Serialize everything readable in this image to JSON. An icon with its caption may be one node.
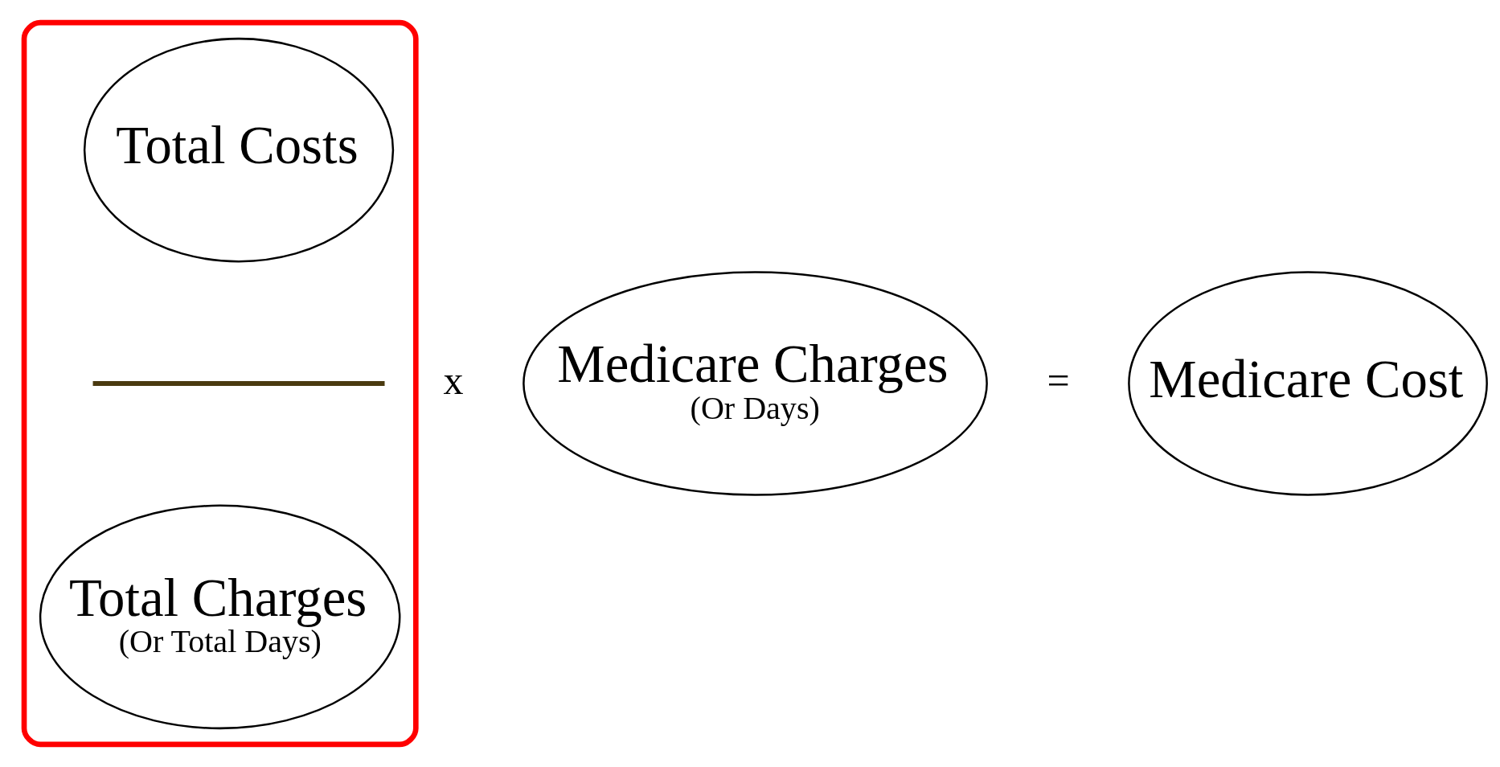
{
  "diagram": {
    "nodes": [
      {
        "text": [],
        "shape": "box"
      },
      {
        "text": [
          "Total Costs"
        ],
        "in": 0
      },
      {
        "text": [
          "Total Charges",
          "(Or Total Days)"
        ],
        "in": 0
      },
      {
        "text": [
          "Medicare Charges",
          "(Or Days)"
        ]
      },
      {
        "text": [
          "Medicare Cost"
        ]
      }
    ],
    "edges": [],
    "labels": [
      "x",
      "="
    ]
  }
}
